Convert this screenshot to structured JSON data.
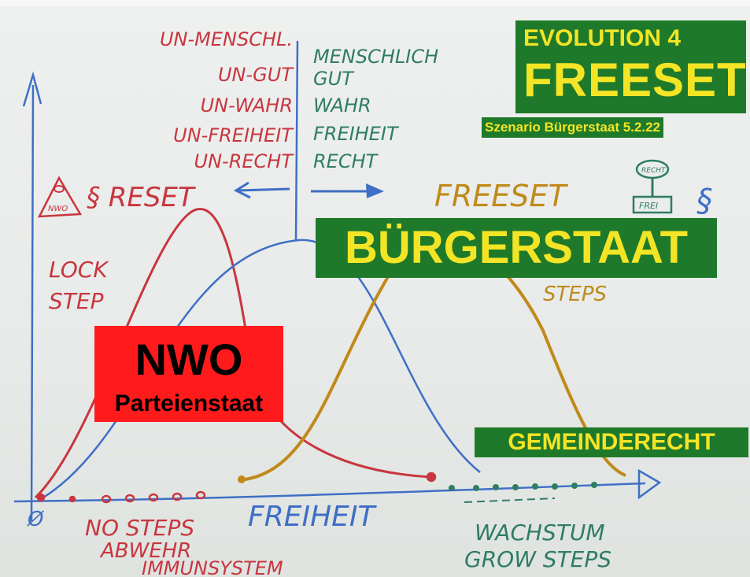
{
  "header": {
    "evolution": "EVOLUTION 4",
    "freeset": "FREESET",
    "scenario": "Szenario Bürgerstaat 5.2.22"
  },
  "boxes": {
    "buergerstaat": "BÜRGERSTAAT",
    "nwo_title": "NWO",
    "nwo_subtitle": "Parteienstaat",
    "gemeinderecht": "GEMEINDERECHT"
  },
  "handwriting": {
    "left_column": [
      "UN-MENSCHL.",
      "UN-GUT",
      "UN-WAHR",
      "UN-FREIHEIT",
      "UN-RECHT"
    ],
    "right_column": [
      "MENSCHLICH",
      "GUT",
      "WAHR",
      "FREIHEIT",
      "RECHT"
    ],
    "reset": "§ RESET",
    "freeset": "FREESET",
    "section_sign": "§",
    "lock_step": [
      "LOCK",
      "STEP"
    ],
    "steps": "STEPS",
    "freiheit_axis": "FREIHEIT",
    "no_steps": [
      "NO STEPS",
      "ABWEHR",
      "IMMUNSYSTEM"
    ],
    "wachstum": [
      "WACHSTUM",
      "GROW STEPS"
    ],
    "origin": "Ø",
    "pyramid_text": "NWO",
    "stamp_top": "RECHT",
    "stamp_bottom": "FREI"
  },
  "colors": {
    "red_marker": "#c8363f",
    "blue_marker": "#3f6fc6",
    "green_marker": "#2f7d62",
    "orange_marker": "#c08a1a",
    "box_green": "#1e7a2a",
    "box_yellow": "#f4e426",
    "box_red": "#ff1b1b"
  }
}
